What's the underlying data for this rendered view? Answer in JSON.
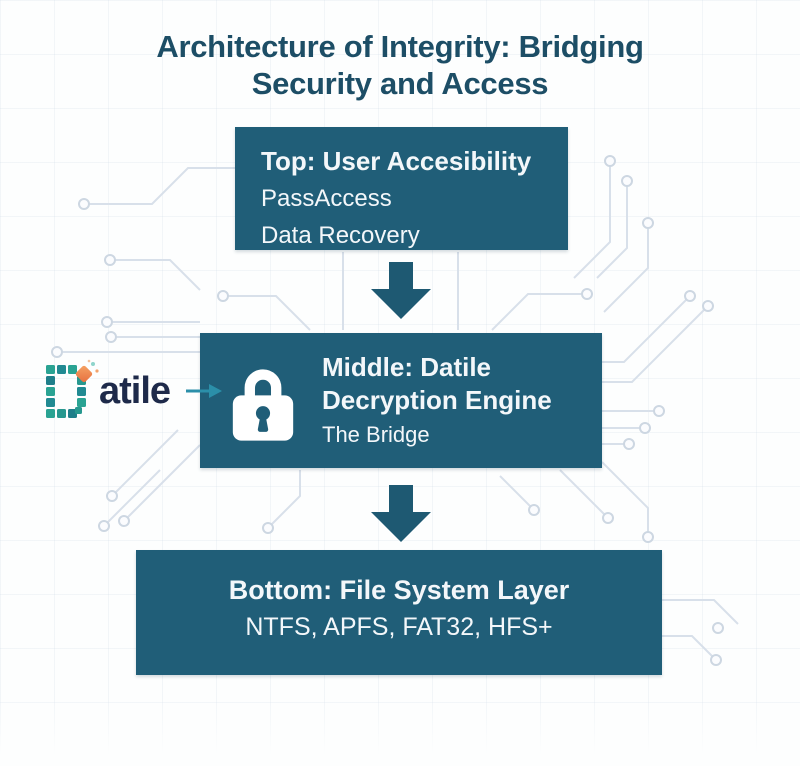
{
  "title": {
    "lines": [
      "Architecture of Integrity: Bridging",
      "Security and Access"
    ]
  },
  "logo": {
    "mark": "tiled-d-logo-mark",
    "suffix": "atile",
    "arrow_icon": "right-arrow-icon"
  },
  "boxes": {
    "top": {
      "heading": "Top: User Accesibility",
      "item1": "PassAccess",
      "item2": "Data Recovery"
    },
    "middle": {
      "icon": "lock-icon",
      "heading_line1": "Middle: Datile",
      "heading_line2": "Decryption Engine",
      "subtitle": "The Bridge"
    },
    "bottom": {
      "heading": "Bottom: File System Layer",
      "systems": "NTFS, APFS, FAT32, HFS+"
    }
  },
  "icons": {
    "flow_arrows": "down-arrow-icon"
  },
  "colors": {
    "box_teal": "#205e78",
    "arrow_teal": "#1e5972",
    "title_navy": "#1d4e66",
    "logo_navy": "#1e2a4a",
    "logo_tile_teal": "#2aa393",
    "logo_accent_orange": "#e9743c",
    "trace_gray": "#d8e0ea",
    "background": "#fdfefe"
  }
}
